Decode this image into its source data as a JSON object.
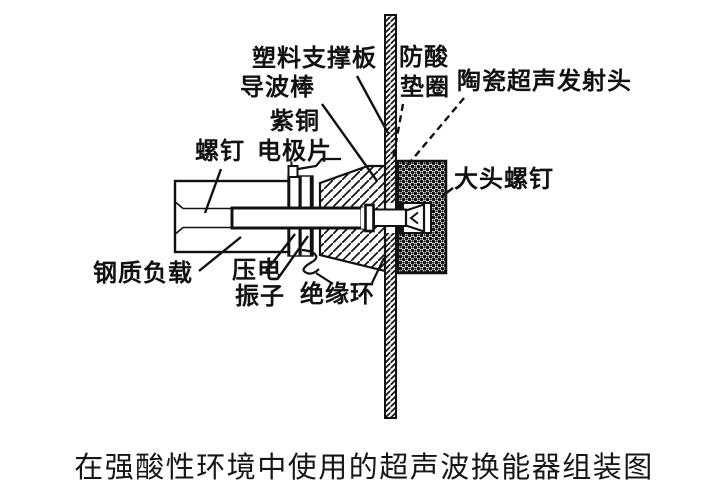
{
  "figure": {
    "caption": "在强酸性环境中使用的超声波换能器组装图",
    "labels": {
      "plastic_support_plate": "塑料支撑板",
      "acid_proof": "防酸",
      "gasket": "垫圈",
      "ceramic_ultrasonic_emitter": "陶瓷超声发射头",
      "waveguide_rod": "导波棒",
      "copper": "紫铜",
      "electrode_sheet": "电极片",
      "screw": "螺钉",
      "big_head_screw": "大头螺钉",
      "steel_load": "钢质负载",
      "piezo_line1": "压电",
      "piezo_line2": "振子",
      "insulating_ring": "绝缘环"
    },
    "colors": {
      "line": "#111111",
      "background": "#ffffff"
    }
  }
}
